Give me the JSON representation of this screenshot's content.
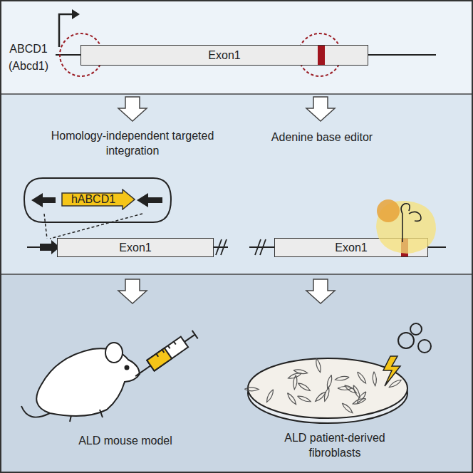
{
  "diagram": {
    "nodes": [
      {
        "text": [
          "Exon1"
        ]
      },
      {
        "text": [
          "hABCD1"
        ]
      },
      {
        "text": [
          "Exon1"
        ]
      },
      {
        "text": [
          "Exon1"
        ]
      }
    ],
    "labels": [
      "ABCD1",
      "(Abcd1)",
      "Homology-independent targeted integration",
      "Adenine base editor",
      "ALD mouse model",
      "ALD patient-derived fibroblasts"
    ]
  }
}
